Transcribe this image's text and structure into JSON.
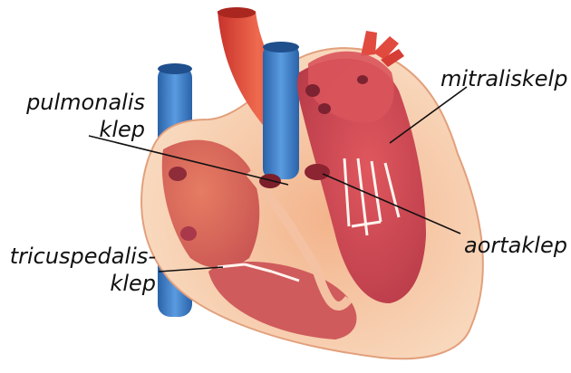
{
  "labels": {
    "pulmonalis_line1": "pulmonalis",
    "pulmonalis_line2": "klep",
    "tricuspedalis_line1": "tricuspedalis-",
    "tricuspedalis_line2": "klep",
    "mitralis": "mitraliskelp",
    "aorta": "aortaklep"
  },
  "colors": {
    "vein_blue": "#3a7fc8",
    "artery_red": "#e0473a",
    "tissue_light": "#f6c9a6",
    "tissue_mid": "#e8906a",
    "chamber_dark": "#c8565a",
    "muscle_red": "#d84a52",
    "valve_white": "#fff6f0"
  }
}
